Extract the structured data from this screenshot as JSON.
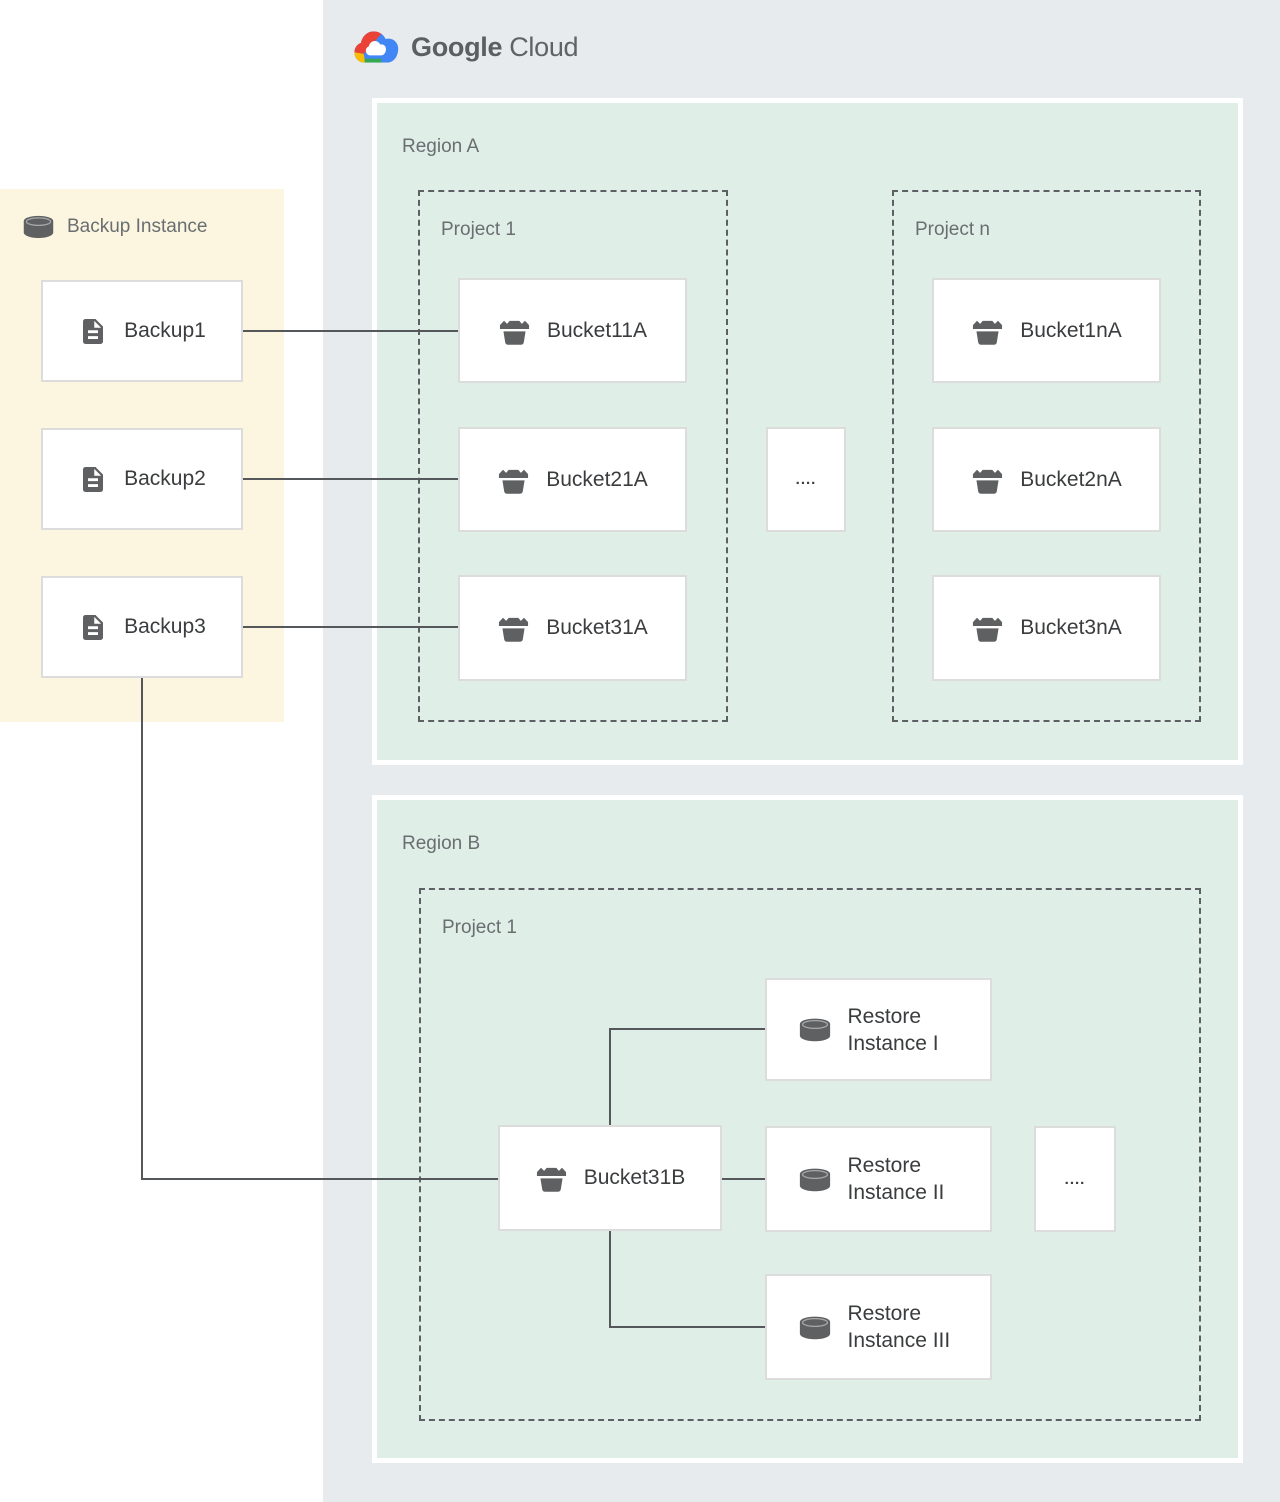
{
  "logo": {
    "part1": "Google",
    "part2": "Cloud"
  },
  "backup_panel": {
    "title": "Backup Instance",
    "backups": [
      "Backup1",
      "Backup2",
      "Backup3"
    ]
  },
  "region_a": {
    "label": "Region A",
    "projects": [
      {
        "label": "Project 1",
        "buckets": [
          "Bucket11A",
          "Bucket21A",
          "Bucket31A"
        ]
      },
      {
        "label": "Project n",
        "buckets": [
          "Bucket1nA",
          "Bucket2nA",
          "Bucket3nA"
        ]
      }
    ],
    "ellipsis": "...."
  },
  "region_b": {
    "label": "Region B",
    "project": {
      "label": "Project 1"
    },
    "bucket_label": "Bucket31B",
    "restore_instances": [
      "Restore Instance I",
      "Restore Instance II",
      "Restore Instance III"
    ],
    "ellipsis": "...."
  },
  "colors": {
    "cloud_panel_gray": "#E8EBEE",
    "region_green": "#DFEEE6",
    "backup_yellow": "#FCF6E0",
    "connector_gray": "#54585A",
    "icon_gray": "#5E6062",
    "logo_blue": "#4285F4",
    "logo_red": "#EA4335",
    "logo_yellow": "#FBBC05",
    "logo_green": "#34A853"
  },
  "icons": {
    "backup_instance": "database-icon",
    "backup_item": "document-icon",
    "bucket_item": "storage-bucket-icon",
    "restore_item": "database-icon"
  }
}
